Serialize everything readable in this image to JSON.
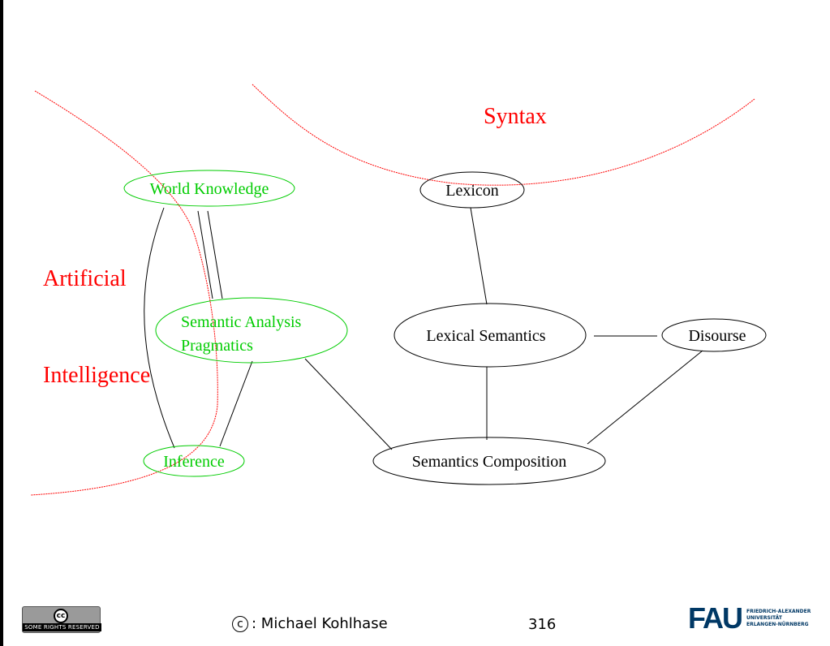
{
  "diagram": {
    "regions": {
      "syntax": "Syntax",
      "artificial": "Artificial",
      "intelligence": "Intelligence"
    },
    "nodes": {
      "world_knowledge": "World Knowledge",
      "lexicon": "Lexicon",
      "semantic_analysis_line1": "Semantic Analysis",
      "semantic_analysis_line2": "Pragmatics",
      "lexical_semantics": "Lexical Semantics",
      "disourse": "Disourse",
      "inference": "Inference",
      "semantics_composition": "Semantics Composition"
    },
    "colors": {
      "region": "#ff0000",
      "ai_node": "#00cc00",
      "node": "#000000"
    }
  },
  "footer": {
    "license_badge": "SOME RIGHTS RESERVED",
    "license_symbol": "cc",
    "copyright_symbol": "c",
    "copyright_text": ": Michael Kohlhase",
    "page_number": "316",
    "logo_mark": "FAU",
    "logo_lines": [
      "FRIEDRICH-ALEXANDER",
      "UNIVERSITÄT",
      "ERLANGEN-NÜRNBERG"
    ]
  }
}
